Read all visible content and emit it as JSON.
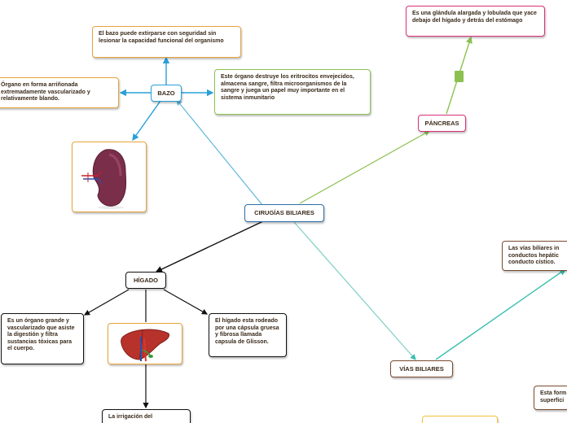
{
  "central": {
    "label": "CIRUGÍAS BILIARES"
  },
  "bazo": {
    "label": "BAZO",
    "note_top": "El bazo puede extirparse con seguridad sin lesionar la capacidad funcional del organismo",
    "note_left": "Órgano en forma arriñonada extremadamente vascularizado y relativamente blando.",
    "note_right": "Este órgano destruye los eritrocitos envejecidos, almacena sangre, filtra microorganismos de la sangre y juega un papel muy importante en el sistema inmunitario",
    "image_icon": "spleen-illustration"
  },
  "pancreas": {
    "label": "PÁNCREAS",
    "note": "Es una glándula alargada y lobulada que yace debajo del hígado y detrás del estómago"
  },
  "higado": {
    "label": "HÍGADO",
    "note_left": "Es un órgano grande y vascularizado que asiste la digestión y filtra sustancias tóxicas para el cuerpo.",
    "note_right": "El hígado esta rodeado por una cápsula gruesa y fibrosa llamada capsula de Glisson.",
    "note_bottom": "La irrigación del",
    "image_icon": "liver-illustration"
  },
  "vias": {
    "label": "VÍAS BILIARES",
    "note_top": "Las vías biliares in conductos hepátic conducto cístico.",
    "note_bottom": "Esta form superfici"
  },
  "colors": {
    "central": "#2e6fa8",
    "bazo": "#29a0d8",
    "pancreas_line": "#8cc152",
    "pancreas_border": "#d9307a",
    "higado": "#111111",
    "vias_line": "#3bbfb0",
    "vias_border": "#7a4b2e",
    "note_orange": "#e8a33a",
    "note_green": "#8cc152",
    "note_brown": "#7a4b2e",
    "note_yellow": "#f2c230"
  }
}
